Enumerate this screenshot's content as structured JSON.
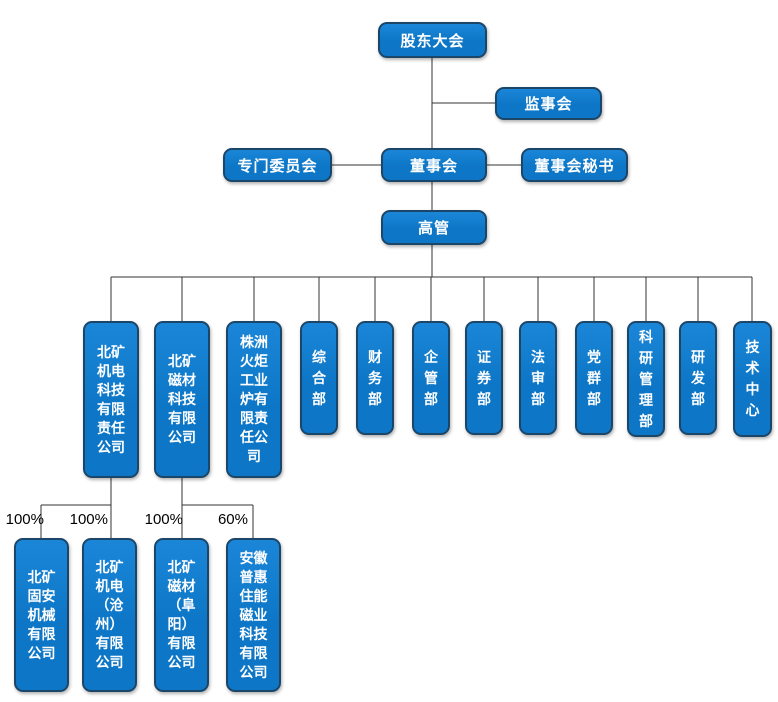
{
  "org": {
    "governance": {
      "shareholders": {
        "label": "股东大会"
      },
      "supervisory_board": {
        "label": "监事会"
      },
      "special_committees": {
        "label": "专门委员会"
      },
      "board": {
        "label": "董事会"
      },
      "board_secretary": {
        "label": "董事会秘书"
      },
      "executives": {
        "label": "高管"
      }
    },
    "units": [
      {
        "label": "北矿\n机电\n科技\n有限\n责任\n公司",
        "full_name": "北矿机电科技有限责任公司",
        "type": "company"
      },
      {
        "label": "北矿\n磁材\n科技\n有限\n公司",
        "full_name": "北矿磁材科技有限公司",
        "type": "company"
      },
      {
        "label": "株洲\n火炬\n工业\n炉有\n限责\n任公\n司",
        "full_name": "株洲火炬工业炉有限责任公司",
        "type": "company"
      },
      {
        "label": "综\n合\n部",
        "full_name": "综合部",
        "type": "department"
      },
      {
        "label": "财\n务\n部",
        "full_name": "财务部",
        "type": "department"
      },
      {
        "label": "企\n管\n部",
        "full_name": "企管部",
        "type": "department"
      },
      {
        "label": "证\n券\n部",
        "full_name": "证券部",
        "type": "department"
      },
      {
        "label": "法\n审\n部",
        "full_name": "法审部",
        "type": "department"
      },
      {
        "label": "党\n群\n部",
        "full_name": "党群部",
        "type": "department"
      },
      {
        "label": "科\n研\n管\n理\n部",
        "full_name": "科研管理部",
        "type": "department"
      },
      {
        "label": "研\n发\n部",
        "full_name": "研发部",
        "type": "department"
      },
      {
        "label": "技\n术\n中\n心",
        "full_name": "技术中心",
        "type": "department"
      }
    ],
    "subsidiaries": [
      {
        "label": "北矿\n固安\n机械\n有限\n公司",
        "full_name": "北矿固安机械有限公司",
        "ownership": "100%",
        "parent_full_name": "北矿机电科技有限责任公司"
      },
      {
        "label": "北矿\n机电\n（沧\n州）\n有限\n公司",
        "full_name": "北矿机电（沧州）有限公司",
        "ownership": "100%",
        "parent_full_name": "北矿机电科技有限责任公司"
      },
      {
        "label": "北矿\n磁材\n（阜\n阳）\n有限\n公司",
        "full_name": "北矿磁材（阜阳）有限公司",
        "ownership": "100%",
        "parent_full_name": "北矿磁材科技有限公司"
      },
      {
        "label": "安徽\n普惠\n住能\n磁业\n科技\n有限\n公司",
        "full_name": "安徽普惠住能磁业科技有限公司",
        "ownership": "60%",
        "parent_full_name": "北矿磁材科技有限公司"
      }
    ],
    "colors": {
      "box_fill": "#0d76c6",
      "box_fill_light": "#1b86d8",
      "box_border": "#1c4668",
      "box_text": "#ffffff",
      "line_color": "#333333",
      "ownership_text": "#000000",
      "background": "#ffffff"
    }
  }
}
